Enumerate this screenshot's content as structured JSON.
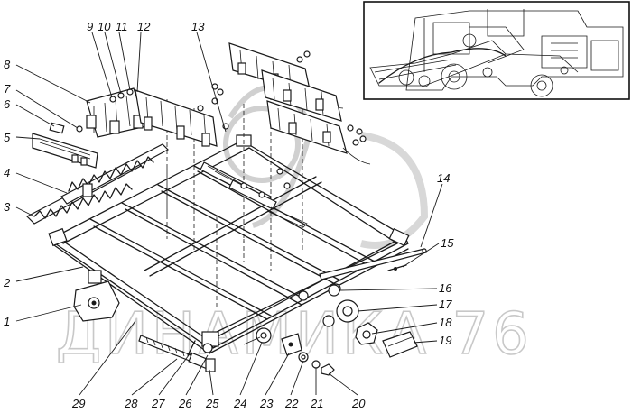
{
  "diagram": {
    "watermark": "ДИНАМИКА 76",
    "callouts": [
      "1",
      "2",
      "3",
      "4",
      "5",
      "6",
      "7",
      "8",
      "9",
      "10",
      "11",
      "12",
      "13",
      "14",
      "15",
      "16",
      "17",
      "18",
      "19",
      "20",
      "21",
      "22",
      "23",
      "24",
      "25",
      "26",
      "27",
      "28",
      "29"
    ],
    "inset": "combine-harvester-overview"
  }
}
